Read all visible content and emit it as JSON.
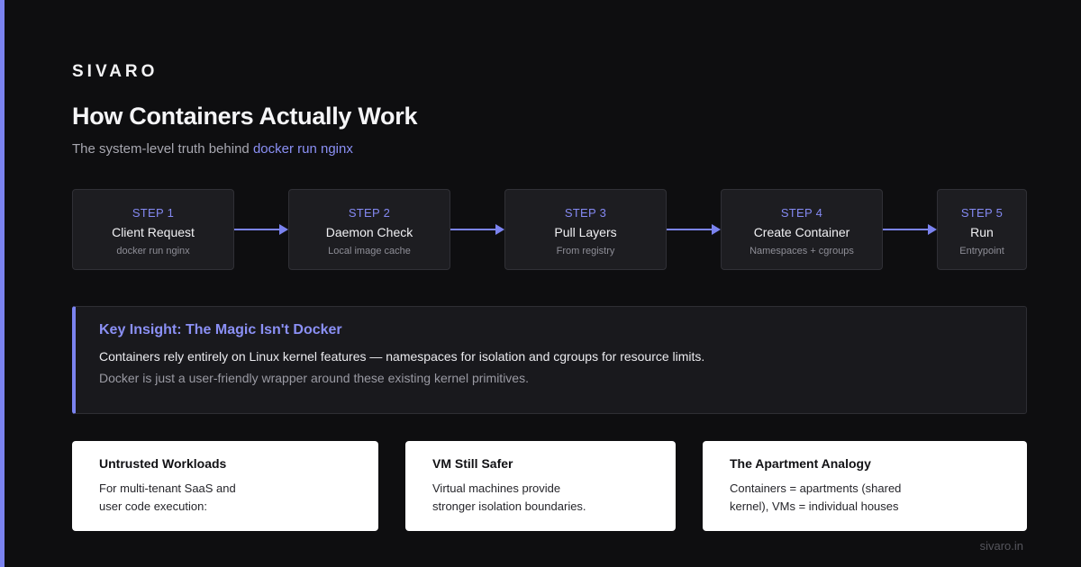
{
  "brand": "SIVARO",
  "title": "How Containers Actually Work",
  "subtitle": {
    "prefix": "The system-level truth behind ",
    "command": "docker run nginx"
  },
  "steps": [
    {
      "label": "STEP 1",
      "name": "Client Request",
      "sub": "docker run nginx"
    },
    {
      "label": "STEP 2",
      "name": "Daemon Check",
      "sub": "Local image cache"
    },
    {
      "label": "STEP 3",
      "name": "Pull Layers",
      "sub": "From registry"
    },
    {
      "label": "STEP 4",
      "name": "Create Container",
      "sub": "Namespaces + cgroups"
    },
    {
      "label": "STEP 5",
      "name": "Run",
      "sub": "Entrypoint"
    }
  ],
  "insight": {
    "title": "Key Insight: The Magic Isn't Docker",
    "line1": "Containers rely entirely on Linux kernel features — namespaces for isolation and cgroups for resource limits.",
    "line2": "Docker is just a user-friendly wrapper around these existing kernel primitives."
  },
  "cards": [
    {
      "title": "Untrusted Workloads",
      "lines": [
        "For multi-tenant SaaS and",
        "user code execution:"
      ]
    },
    {
      "title": "VM Still Safer",
      "lines": [
        "Virtual machines provide",
        "stronger isolation boundaries."
      ]
    },
    {
      "title": "The Apartment Analogy",
      "lines": [
        "Containers = apartments (shared",
        "kernel), VMs = individual houses"
      ]
    }
  ],
  "footer": "sivaro.in",
  "colors": {
    "accent": "#7b83f0",
    "background": "#0e0e10",
    "card": "#ffffff",
    "step_bg": "#1d1d21"
  }
}
